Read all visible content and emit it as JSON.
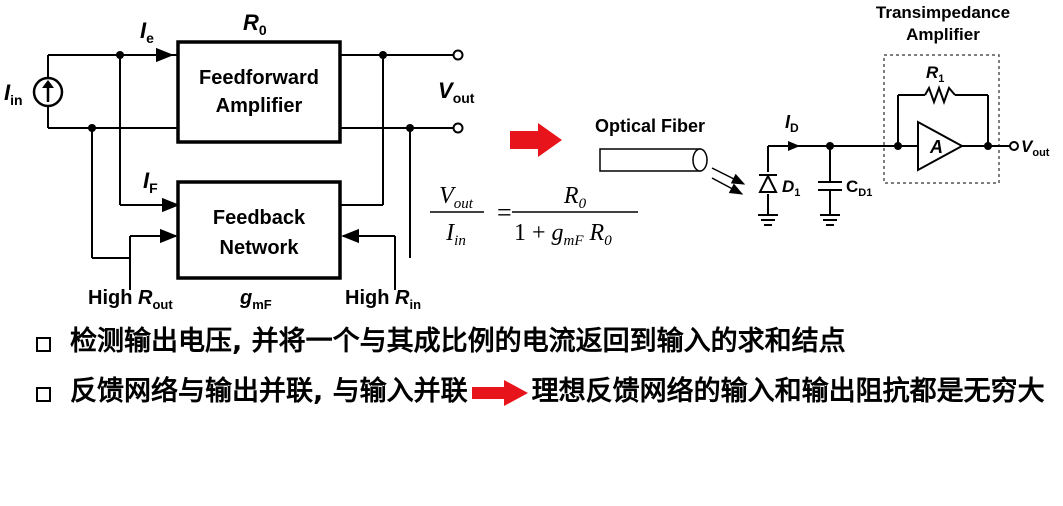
{
  "diagram": {
    "labels": {
      "ie": "I",
      "ie_sub": "e",
      "r0": "R",
      "r0_sub": "0",
      "iin": "I",
      "iin_sub": "in",
      "if": "I",
      "if_sub": "F",
      "feedforward_line1": "Feedforward",
      "feedforward_line2": "Amplifier",
      "feedback_line1": "Feedback",
      "feedback_line2": "Network",
      "vout": "V",
      "vout_sub": "out",
      "high_rout": "High ",
      "rout": "R",
      "rout_sub": "out",
      "gmf": "g",
      "gmf_sub": "mF",
      "high_rin": "High ",
      "rin": "R",
      "rin_sub": "in"
    },
    "formula": {
      "num": "V",
      "num_sub": "out",
      "den": "I",
      "den_sub": "in",
      "eq": "=",
      "rhs_num": "R",
      "rhs_num_sub": "0",
      "rhs_den_a": "1 + ",
      "rhs_den_g": "g",
      "rhs_den_g_sub": "mF",
      "rhs_den_r": " R",
      "rhs_den_r_sub": "0"
    },
    "right": {
      "optical_fiber": "Optical Fiber",
      "tia_line1": "Transimpedance",
      "tia_line2": "Amplifier",
      "id": "I",
      "id_sub": "D",
      "r1": "R",
      "r1_sub": "1",
      "d1": "D",
      "d1_sub": "1",
      "cd1": "C",
      "cd1_sub": "D1",
      "amp": "A",
      "vout": "V",
      "vout_sub": "out"
    },
    "colors": {
      "arrow": "#e8141b"
    }
  },
  "bullets": [
    {
      "text": "检测输出电压, 并将一个与其成比例的电流返回到输入的求和结点"
    },
    {
      "text_a": "反馈网络与输出并联, 与输入并联",
      "text_b": "理想反馈网络的输入和输出阻抗都是无穷大"
    }
  ]
}
